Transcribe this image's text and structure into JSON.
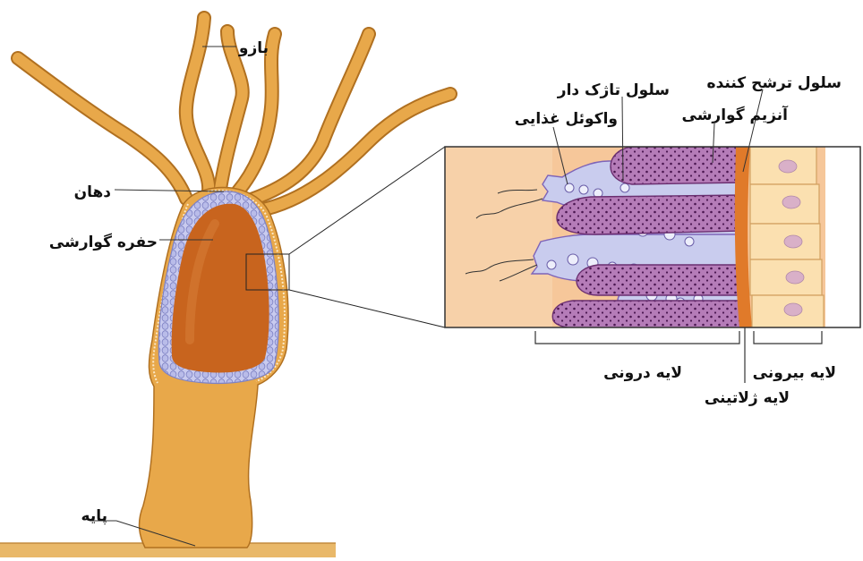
{
  "labels": {
    "arm": "بازو",
    "mouth": "دهان",
    "cavity": "حفره گوارشی",
    "base": "پایه",
    "secretory_cell": "سلول ترشح کننده",
    "enzyme": "آنزیم گوارشی",
    "flagellated_cell": "سلول تاژک دار",
    "food_vacuole": "واکوئل غذایی",
    "inner_layer": "لایه درونی",
    "outer_layer": "لایه بیرونی",
    "jelly_layer": "لایه ژلاتینی"
  },
  "colors": {
    "body": "#E8A84A",
    "body_outline": "#B07020",
    "cavity": "#C8641E",
    "lining": "#B8B8E8",
    "inset_background": "#F6C79A",
    "secretory_cell": "#B57CB8",
    "flagellated_cell": "#C9CCEE",
    "jelly_layer": "#E07A2A",
    "outer_cell": "#FBE0B0",
    "ground": "#E9B869"
  }
}
